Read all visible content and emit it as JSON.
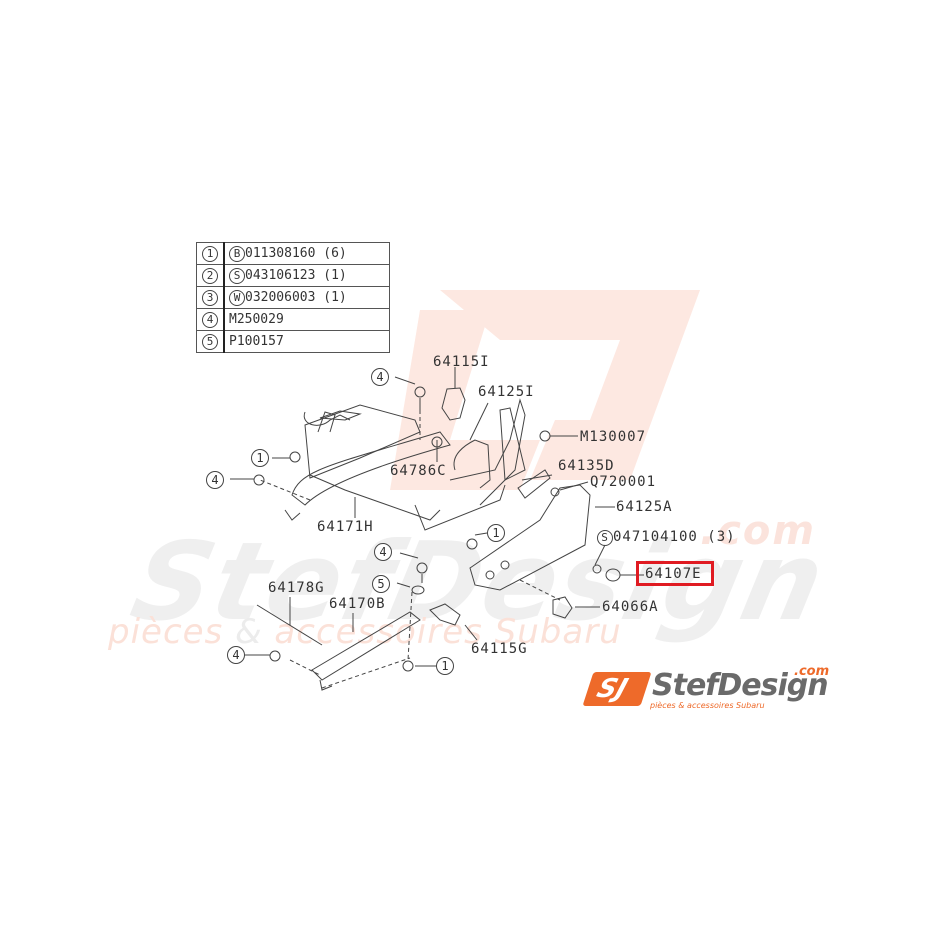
{
  "diagram": {
    "type": "exploded parts diagram (seat rail / seat frame)",
    "highlight_color": "#e01b22",
    "brand_color": "#ee6a2a"
  },
  "watermark": {
    "main": "StefDesign",
    "com": ".com",
    "sub_left": "pièces",
    "sub_amp": "&",
    "sub_right": "accessoires Subaru"
  },
  "legend": {
    "rows": [
      {
        "num": "1",
        "prefix": "B",
        "part": "011308160",
        "qty": "(6)"
      },
      {
        "num": "2",
        "prefix": "S",
        "part": "043106123",
        "qty": "(1)"
      },
      {
        "num": "3",
        "prefix": "W",
        "part": "032006003",
        "qty": "(1)"
      },
      {
        "num": "4",
        "prefix": "",
        "part": "M250029",
        "qty": ""
      },
      {
        "num": "5",
        "prefix": "",
        "part": "P100157",
        "qty": ""
      }
    ]
  },
  "labels": {
    "p64115I": "64115I",
    "p64125I": "64125I",
    "pM130007": "M130007",
    "p64786C": "64786C",
    "p64135D": "64135D",
    "pQ720001": "Q720001",
    "p64125A": "64125A",
    "p64171H": "64171H",
    "p047104100": "047104100 (3)",
    "p047104100_prefix": "S",
    "p64107E": "64107E",
    "p64066A": "64066A",
    "p64178G": "64178G",
    "p64170B": "64170B",
    "p64115G": "64115G"
  },
  "callouts": [
    "4",
    "1",
    "4",
    "1",
    "4",
    "5",
    "4",
    "1"
  ],
  "highlighted_part": "64107E",
  "logo": {
    "mark": "SJ",
    "name": "StefDesign",
    "domain": ".com",
    "tagline": "pièces & accessoires Subaru"
  }
}
